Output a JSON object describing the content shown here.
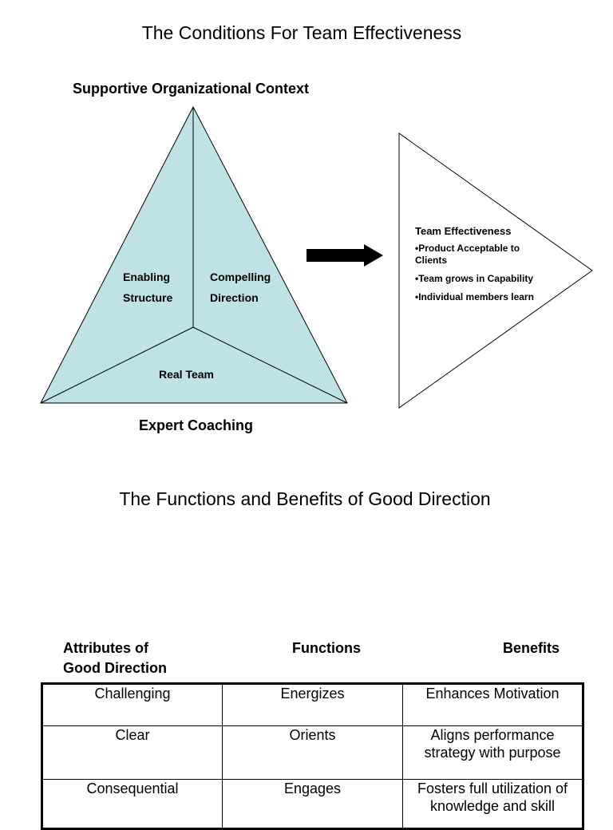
{
  "diagram": {
    "title": "The Conditions For Team Effectiveness",
    "top_label": "Supportive Organizational Context",
    "bottom_label": "Expert Coaching",
    "left_section": [
      "Enabling",
      "Structure"
    ],
    "right_section": [
      "Compelling",
      "Direction"
    ],
    "bottom_section": "Real Team",
    "effectiveness": {
      "title": "Team Effectiveness",
      "items": [
        "•Product Acceptable to Clients",
        "•Team grows in Capability",
        "•Individual members learn"
      ]
    },
    "colors": {
      "triangle_fill": "#bfe2e6",
      "outline": "#000000"
    }
  },
  "table_section": {
    "title": "The Functions and Benefits of Good Direction",
    "headers": [
      "Attributes of Good Direction",
      "Functions",
      "Benefits"
    ],
    "rows": [
      [
        "Challenging",
        "Energizes",
        "Enhances Motivation"
      ],
      [
        "Clear",
        "Orients",
        "Aligns performance strategy with purpose"
      ],
      [
        "Consequential",
        "Engages",
        "Fosters full utilization of knowledge and skill"
      ]
    ]
  }
}
